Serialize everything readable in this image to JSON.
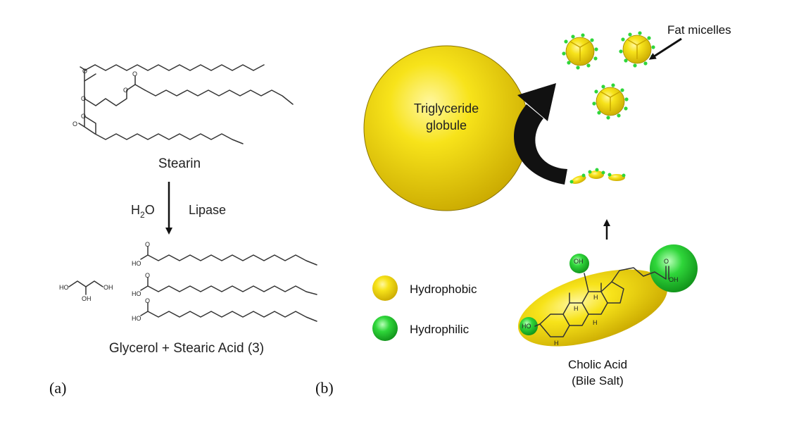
{
  "panel_a": {
    "label": "(a)",
    "reactant": "Stearin",
    "reagent_water_main": "H",
    "reagent_water_sub": "2",
    "reagent_water_tail": "O",
    "enzyme": "Lipase",
    "products": "Glycerol + Stearic Acid (3)",
    "atoms": {
      "o": "O",
      "oh": "OH",
      "ho": "HO"
    }
  },
  "panel_b": {
    "label": "(b)",
    "globule_line1": "Triglyceride",
    "globule_line2": "globule",
    "micelles": "Fat micelles",
    "legend": [
      {
        "label": "Hydrophobic",
        "color": "#f5e21c"
      },
      {
        "label": "Hydrophilic",
        "color": "#2ed63a"
      }
    ],
    "acid_name": "Cholic Acid",
    "acid_subtitle": "(Bile Salt)",
    "atoms": {
      "oh": "OH",
      "ho": "HO",
      "h": "H",
      "o": "O"
    }
  }
}
